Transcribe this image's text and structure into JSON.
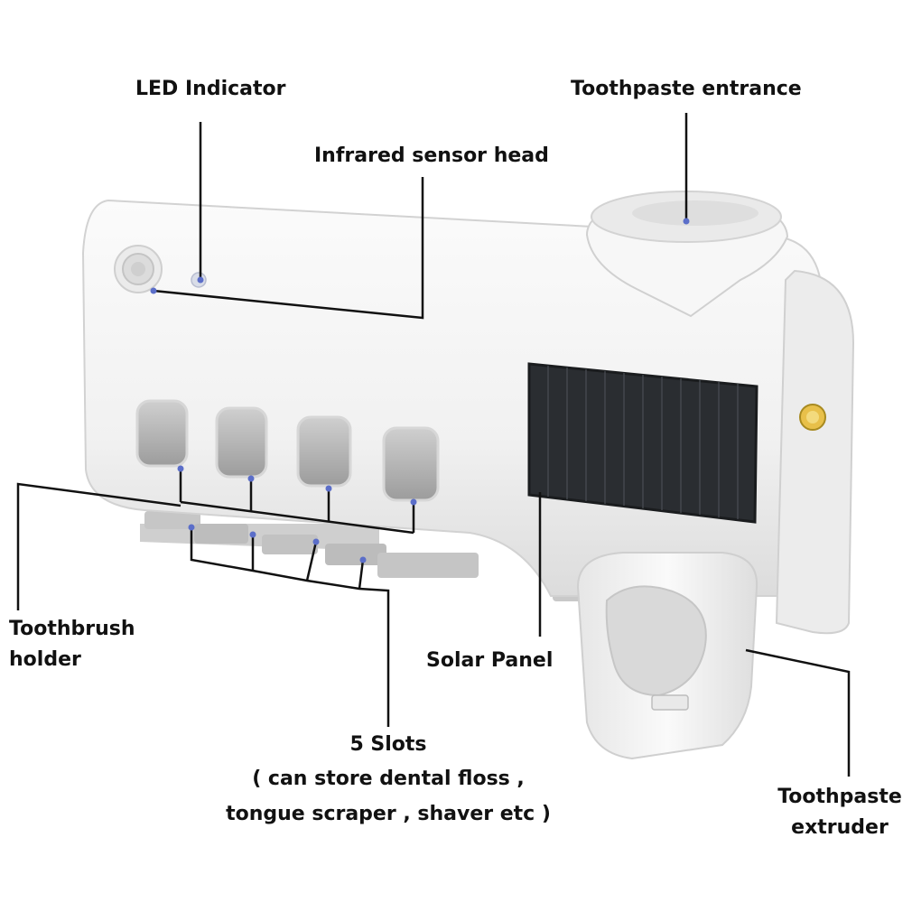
{
  "labels": {
    "led_indicator": "LED Indicator",
    "infrared_sensor": "Infrared sensor head",
    "toothpaste_entrance": "Toothpaste entrance",
    "toothbrush_holder": [
      "Toothbrush",
      "holder"
    ],
    "solar_panel": "Solar Panel",
    "slots": [
      "5 Slots",
      "( can store dental floss ,",
      "tongue scraper , shaver etc )"
    ],
    "toothpaste_extruder": [
      "Toothpaste",
      "extruder"
    ]
  },
  "colors": {
    "body": "#f4f4f4",
    "outline": "#d2d2d2",
    "panel": "#2a2d31",
    "leader": "#111111",
    "dot": "#5b6ec9"
  }
}
